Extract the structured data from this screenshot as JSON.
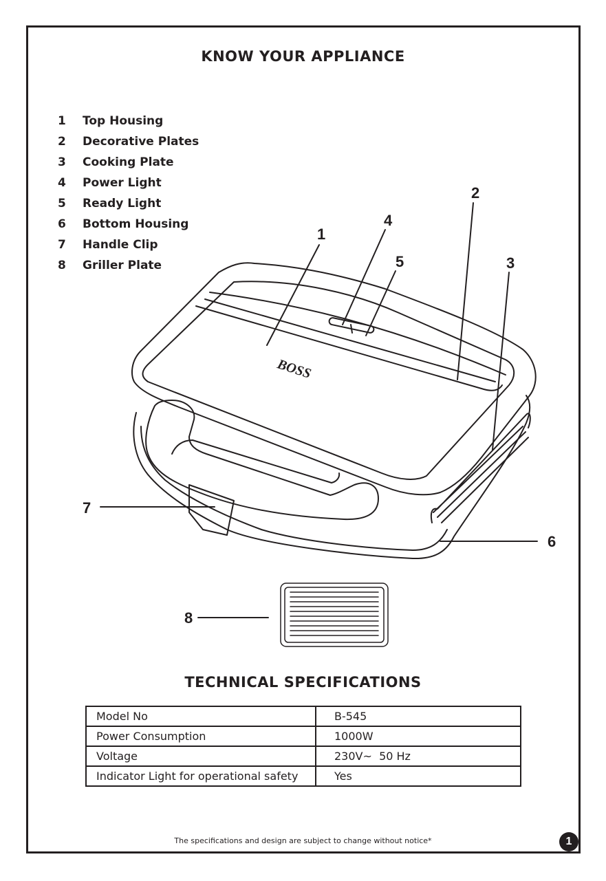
{
  "header": {
    "title": "KNOW YOUR APPLIANCE"
  },
  "parts": [
    {
      "num": "1",
      "label": "Top Housing"
    },
    {
      "num": "2",
      "label": "Decorative Plates"
    },
    {
      "num": "3",
      "label": "Cooking Plate"
    },
    {
      "num": "4",
      "label": "Power Light"
    },
    {
      "num": "5",
      "label": "Ready Light"
    },
    {
      "num": "6",
      "label": "Bottom Housing"
    },
    {
      "num": "7",
      "label": "Handle Clip"
    },
    {
      "num": "8",
      "label": "Griller Plate"
    }
  ],
  "diagram": {
    "brand": "BOSS"
  },
  "specs": {
    "title": "TECHNICAL SPECIFICATIONS",
    "rows": [
      {
        "key": "Model No",
        "value": "B-545"
      },
      {
        "key": "Power Consumption",
        "value": "1000W"
      },
      {
        "key": "Voltage",
        "value": "230V~  50 Hz"
      },
      {
        "key": "Indicator Light for operational safety",
        "value": "Yes"
      }
    ]
  },
  "footer": {
    "note": "The specifications and design are subject to change without notice*",
    "page": "1"
  }
}
